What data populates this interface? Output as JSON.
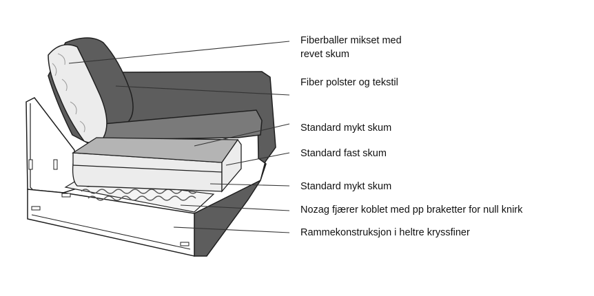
{
  "colors": {
    "fabric_dark": "#5d5d5d",
    "fabric_mid": "#7a7a7a",
    "foam_light": "#ececec",
    "foam_grey": "#b4b4b4",
    "frame_white": "#ffffff",
    "outline": "#1f1f1f",
    "leader": "#333333"
  },
  "labels": [
    {
      "id": "fiber-balls",
      "lines": [
        "Fiberballer mikset med",
        "revet skum"
      ]
    },
    {
      "id": "fiber-upholstery",
      "lines": [
        "Fiber polster og tekstil"
      ]
    },
    {
      "id": "soft-foam-top",
      "lines": [
        "Standard mykt skum"
      ]
    },
    {
      "id": "firm-foam",
      "lines": [
        "Standard fast skum"
      ]
    },
    {
      "id": "soft-foam-bottom",
      "lines": [
        "Standard mykt skum"
      ]
    },
    {
      "id": "nozag-springs",
      "lines": [
        "Nozag fjærer koblet med pp braketter for null knirk"
      ]
    },
    {
      "id": "frame",
      "lines": [
        "Rammekonstruksjon i heltre kryssfiner"
      ]
    }
  ]
}
